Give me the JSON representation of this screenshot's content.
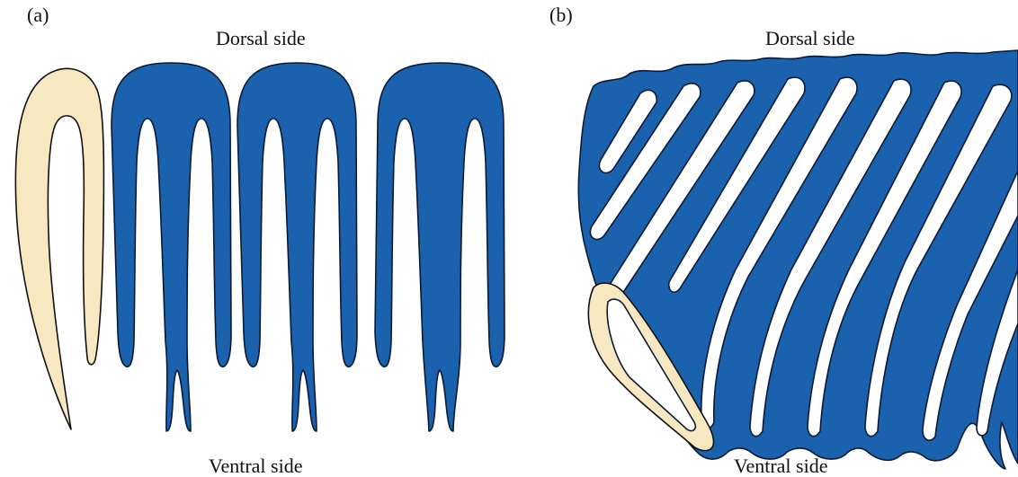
{
  "panel_a": {
    "letter": "(a)",
    "top_label": "Dorsal side",
    "bottom_label": "Ventral side"
  },
  "panel_b": {
    "letter": "(b)",
    "top_label": "Dorsal side",
    "bottom_label": "Ventral side"
  },
  "colors": {
    "segment_blue": "#1a62ad",
    "highlight_cream": "#f7e8c1",
    "outline": "#0b1a33"
  }
}
